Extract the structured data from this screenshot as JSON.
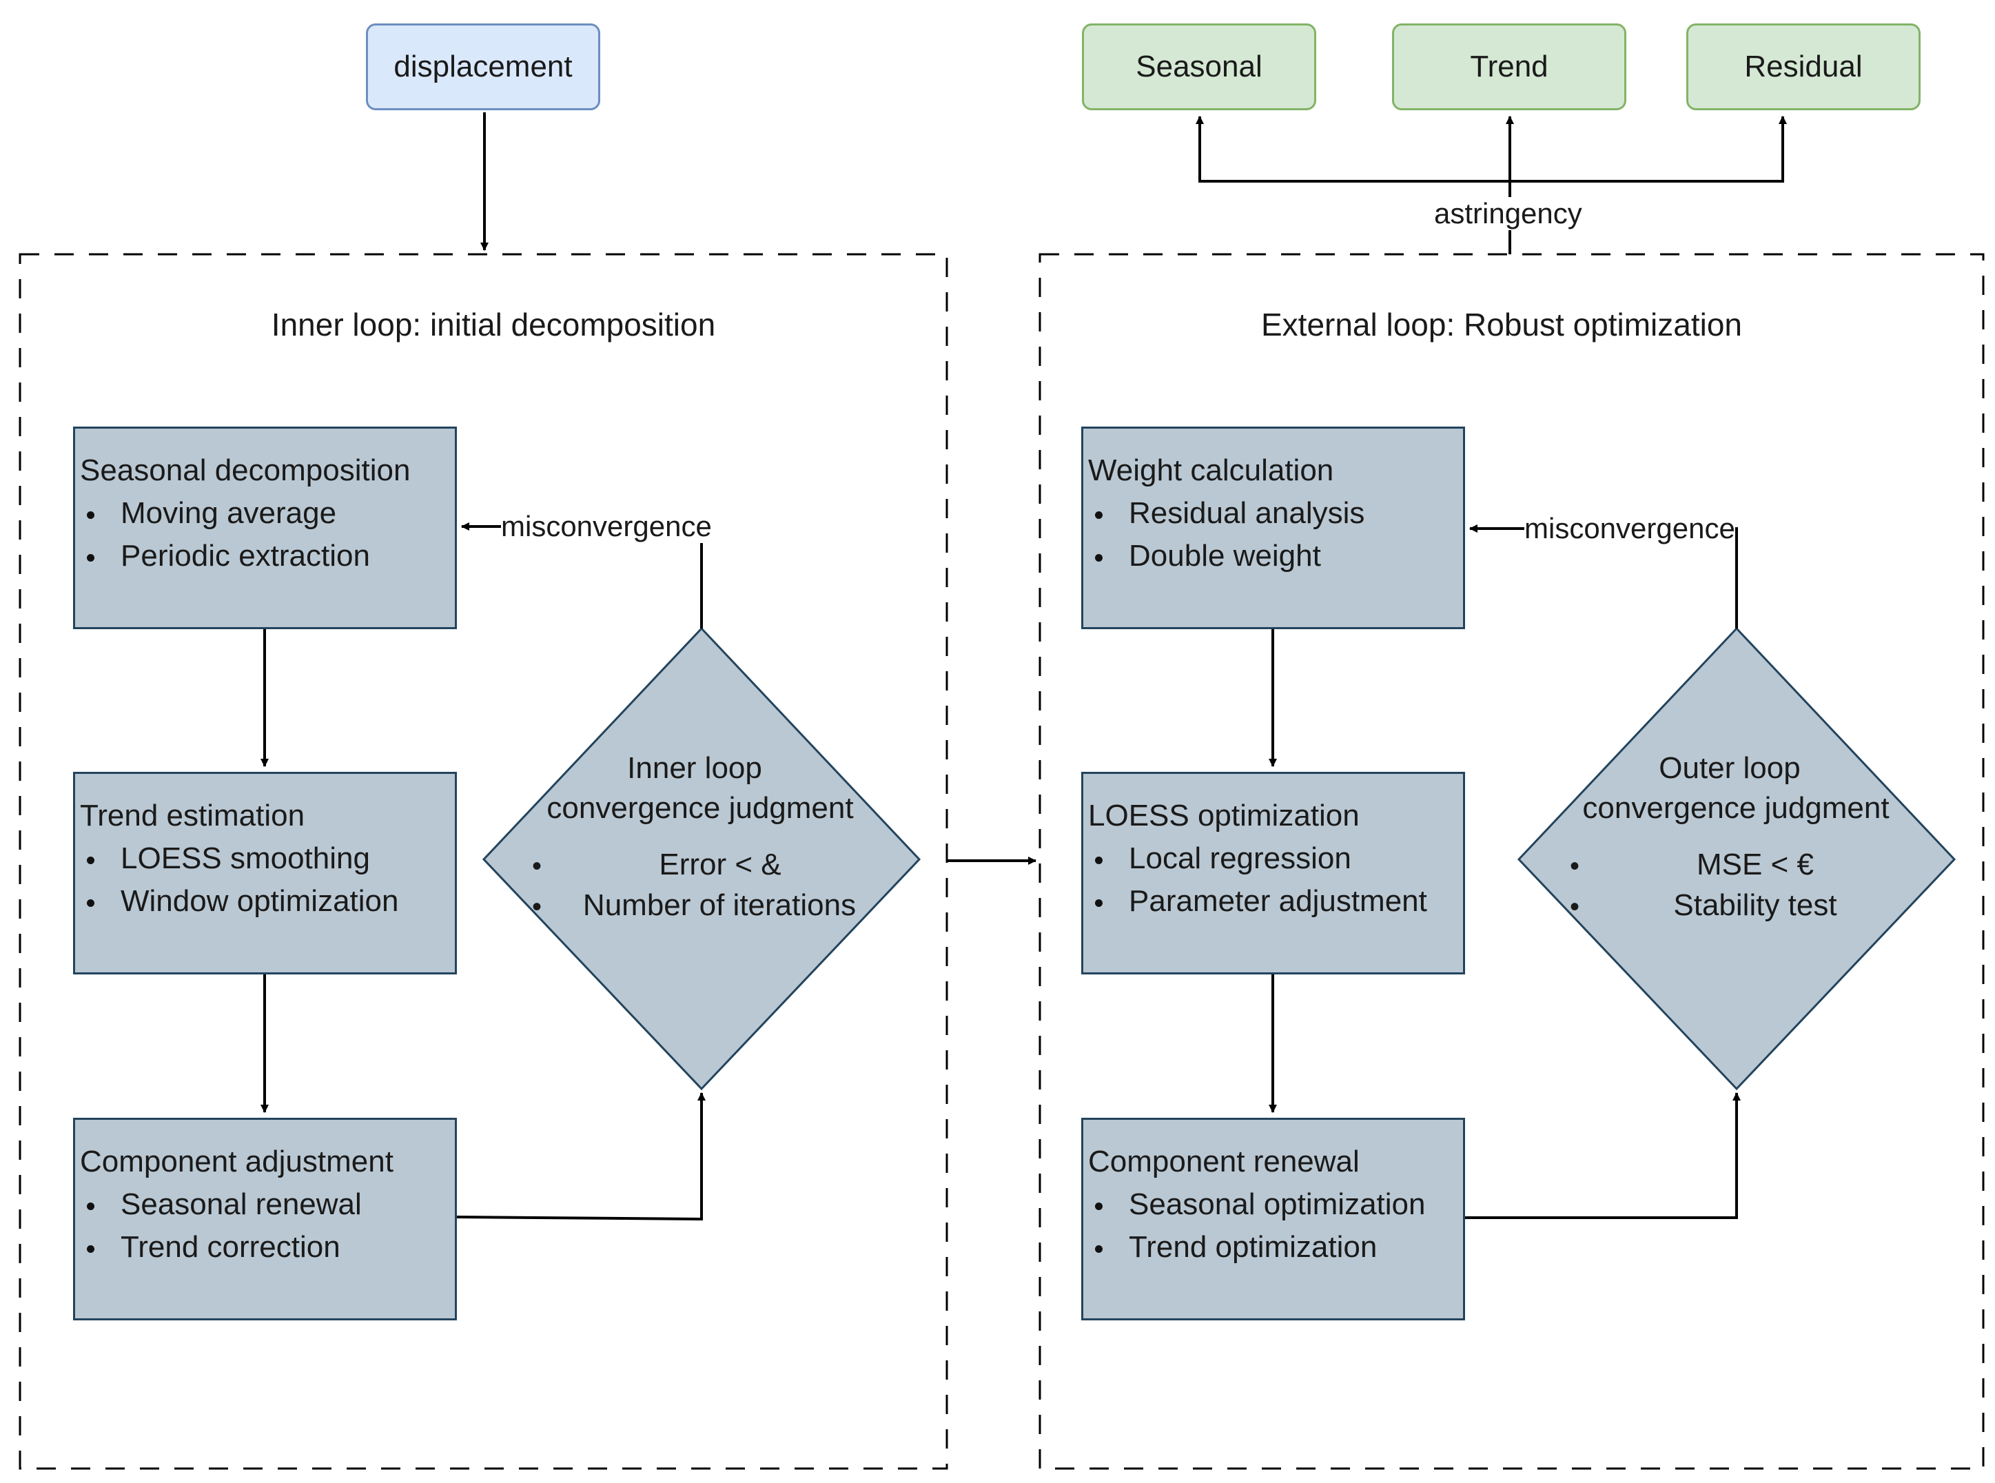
{
  "input_node": {
    "label": "displacement"
  },
  "output_nodes": [
    {
      "label": "Seasonal"
    },
    {
      "label": "Trend"
    },
    {
      "label": "Residual"
    }
  ],
  "output_edge_label": "astringency",
  "inner_loop": {
    "title": "Inner loop: initial decomposition",
    "steps": [
      {
        "title": "Seasonal decomposition",
        "items": [
          "Moving average",
          "Periodic extraction"
        ]
      },
      {
        "title": "Trend estimation",
        "items": [
          "LOESS smoothing",
          "Window optimization"
        ]
      },
      {
        "title": "Component adjustment",
        "items": [
          "Seasonal renewal",
          "Trend correction"
        ]
      }
    ],
    "decision": {
      "line1": "Inner loop",
      "line2": "convergence judgment",
      "item1": "Error < &",
      "item2": "Number of iterations"
    },
    "feedback_label": "misconvergence"
  },
  "outer_loop": {
    "title": "External loop: Robust optimization",
    "steps": [
      {
        "title": "Weight calculation",
        "items": [
          "Residual analysis",
          "Double weight"
        ]
      },
      {
        "title": "LOESS optimization",
        "items": [
          "Local regression",
          "Parameter adjustment"
        ]
      },
      {
        "title": "Component renewal",
        "items": [
          "Seasonal optimization",
          "Trend optimization"
        ]
      }
    ],
    "decision": {
      "line1": "Outer loop",
      "line2": "convergence judgment",
      "item1": "MSE < €",
      "item2": "Stability test"
    },
    "feedback_label": "misconvergence"
  },
  "colors": {
    "input_fill": "#dae8fc",
    "input_stroke": "#6c8ebf",
    "output_fill": "#d5e8d4",
    "output_stroke": "#82b366",
    "process_fill": "#bac8d3",
    "process_stroke": "#23445d"
  }
}
